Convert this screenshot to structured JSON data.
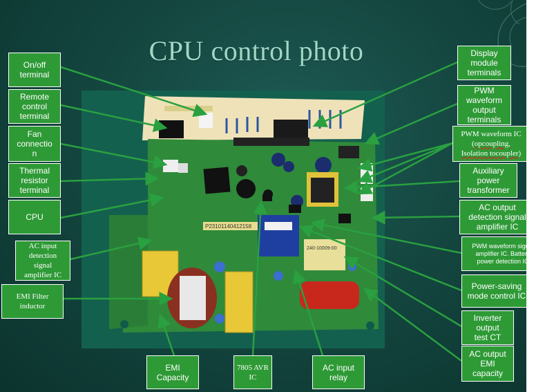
{
  "title": "CPU control photo",
  "labels": {
    "onoff": "On/off\nterminal",
    "remote": "Remote\ncontrol\nterminal",
    "fan": "Fan\nconnectio\nn",
    "thermal": "Thermal\nresistor\nterminal",
    "cpu": "CPU",
    "acinput_detect": "AC input\ndetection\nsignal\namplifier IC",
    "emi_filter": "EMI Filter\ninductor",
    "emi_cap": "EMI\nCapacity",
    "avr": "7805 AVR\nIC",
    "relay": "AC input\nrelay",
    "display": "Display\nmodule\nterminals",
    "pwm_out": "PWM\nwaveform\noutput\nterminals",
    "pwm_ic_line1": "PWM waveform IC",
    "pwm_ic_line2": "(opcoupling,",
    "pwm_ic_line3": "Isolation tocoupler)",
    "aux_transformer": "Auxiliary\npower\ntransformer",
    "ac_output_detect": "AC output\ndetection signal\namplifier IC",
    "pwm_amp": "PWM waveform signal\namplifier IC. Battery\npower detection IC",
    "power_saving": "Power-saving\nmode control IC",
    "inverter_ct": "Inverter\noutput\ntest CT",
    "ac_out_emi": "AC output\nEMI\ncapacity"
  },
  "board_text": {
    "serial": "P23101140412158",
    "relay_part": "240-10009-00"
  },
  "colors": {
    "label_bg": "#2e9a36",
    "arrow": "#2aa040",
    "title": "#9fd8c6",
    "slide_bg": "#144740"
  }
}
